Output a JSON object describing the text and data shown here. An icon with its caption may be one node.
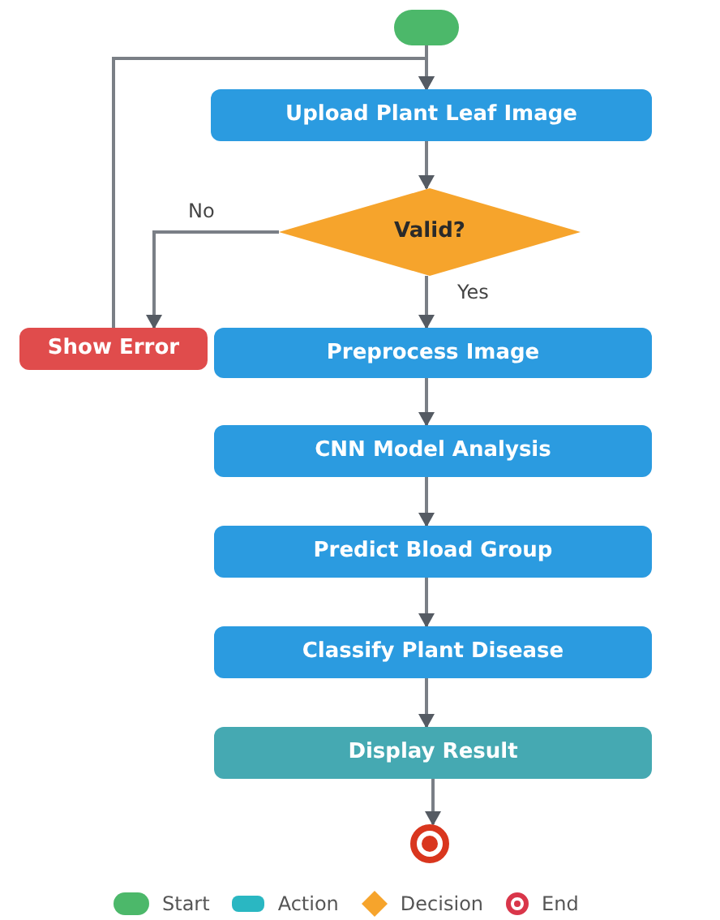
{
  "diagram": {
    "nodes": [
      {
        "text": [],
        "shape": "circle"
      },
      {
        "text": [
          "Upload Plant Leaf Image"
        ]
      },
      {
        "text": [
          "Valid?"
        ]
      },
      {
        "text": [
          "Show Error"
        ]
      },
      {
        "text": [
          "Preprocess Image"
        ]
      },
      {
        "text": [
          "CNN Model Analysis"
        ]
      },
      {
        "text": [
          "Predict Bload Group"
        ]
      },
      {
        "text": [
          "Classify Plant Disease"
        ]
      },
      {
        "text": [
          "Display Result"
        ]
      },
      {
        "text": [],
        "shape": "circle"
      }
    ],
    "edges": [
      {
        "from": 0,
        "to": 1,
        "arrow": "to"
      },
      {
        "from": 1,
        "to": 2,
        "arrow": "to"
      },
      {
        "from": 2,
        "to": 3,
        "arrow": "to",
        "label": "No"
      },
      {
        "from": 3,
        "to": 1,
        "arrow": "to"
      },
      {
        "from": 2,
        "to": 4,
        "arrow": "to",
        "label": "Yes"
      },
      {
        "from": 4,
        "to": 5,
        "arrow": "to"
      },
      {
        "from": 5,
        "to": 6,
        "arrow": "to"
      },
      {
        "from": 6,
        "to": 7,
        "arrow": "to"
      },
      {
        "from": 7,
        "to": 8,
        "arrow": "to"
      },
      {
        "from": 8,
        "to": 9,
        "arrow": "to"
      }
    ],
    "legend": [
      {
        "text": "Start",
        "color": "#4cb86a"
      },
      {
        "text": "Action",
        "color": "#2ab7c2"
      },
      {
        "text": "Decision",
        "color": "#f6a42c"
      },
      {
        "text": "End"
      }
    ]
  }
}
